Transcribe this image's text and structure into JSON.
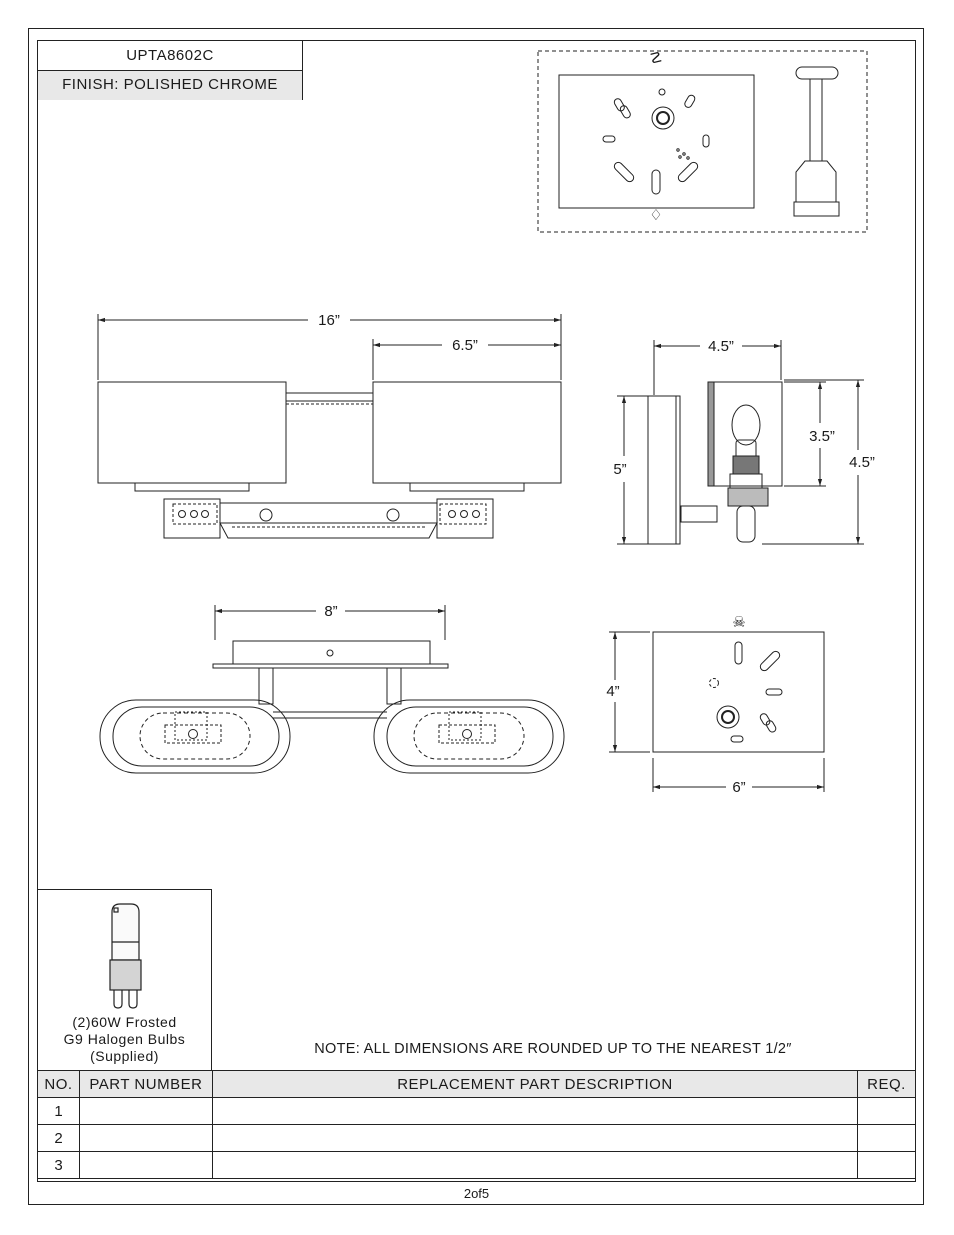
{
  "title": {
    "model": "UPTA8602C",
    "finish": "FINISH: POLISHED CHROME"
  },
  "dimensions": {
    "front_width": "16”",
    "shade_width": "6.5”",
    "side_depth": "4.5”",
    "side_height": "5”",
    "shade_height": "3.5”",
    "side_total_height": "4.5”",
    "bar_width": "8”",
    "plate_height": "4”",
    "plate_width": "6”"
  },
  "bulb": {
    "line1": "(2)60W Frosted",
    "line2": "G9 Halogen Bulbs",
    "line3": "(Supplied)"
  },
  "note": "NOTE:  ALL DIMENSIONS ARE ROUNDED UP TO THE NEAREST  1/2″",
  "parts_table": {
    "headers": [
      "NO.",
      "PART NUMBER",
      "REPLACEMENT PART DESCRIPTION",
      "REQ."
    ],
    "rows": [
      {
        "no": "1",
        "part": "",
        "desc": "",
        "req": ""
      },
      {
        "no": "2",
        "part": "",
        "desc": "",
        "req": ""
      },
      {
        "no": "3",
        "part": "",
        "desc": "",
        "req": ""
      }
    ]
  },
  "page": "2of5"
}
